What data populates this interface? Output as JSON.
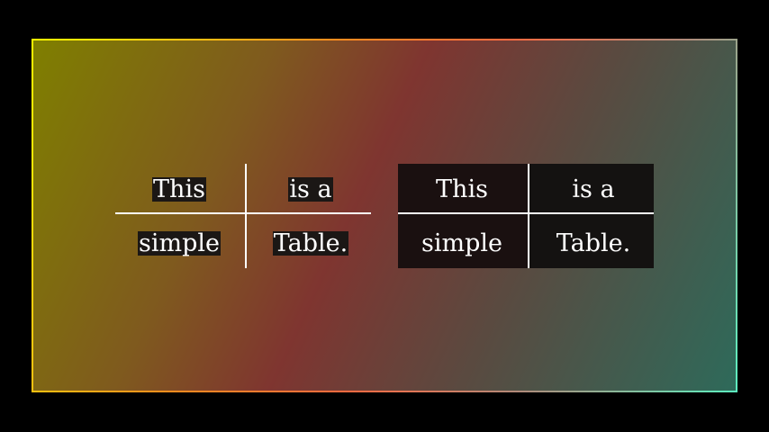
{
  "tables": [
    {
      "style": "text-highlight",
      "rows": [
        [
          "This",
          "is a"
        ],
        [
          "simple",
          "Table."
        ]
      ]
    },
    {
      "style": "cell-fill",
      "rows": [
        [
          "This",
          "is a"
        ],
        [
          "simple",
          "Table."
        ]
      ]
    }
  ],
  "colors": {
    "background": "#000000",
    "frame_border_start": "#ffff00",
    "frame_border_end": "#5cf0c0",
    "gradient_start": "#7f7f00",
    "gradient_mid": "#7f3530",
    "gradient_end": "#2e6a5a",
    "grid_line": "#ffffff",
    "cell_fill": "#141211",
    "text": "#ffffff"
  }
}
